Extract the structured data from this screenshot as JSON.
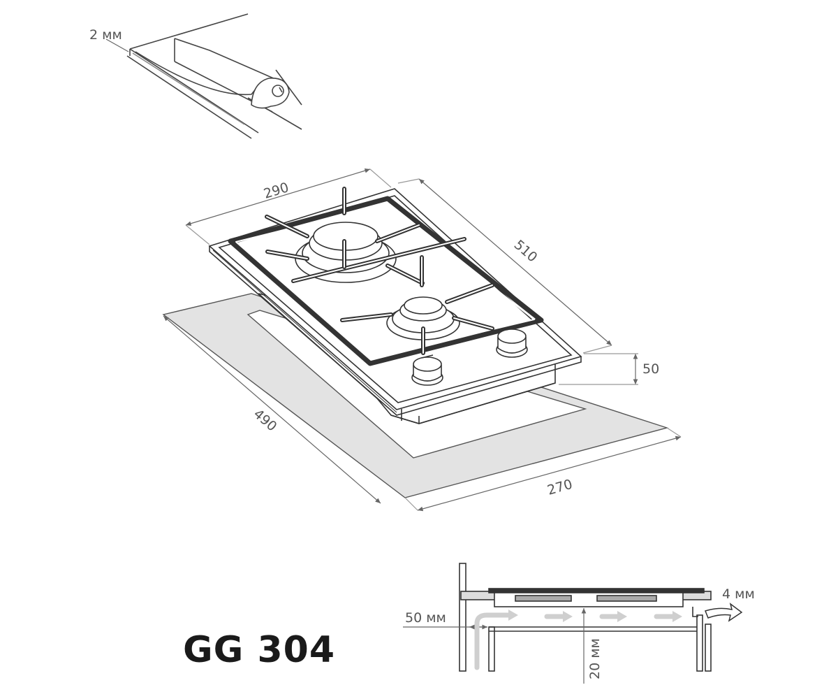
{
  "model": "GG 304",
  "detail": {
    "gap_label": "2 мм"
  },
  "dimensions": {
    "width_label": "290",
    "depth_label": "510",
    "height_label": "50",
    "cutout_depth_label": "490",
    "cutout_width_label": "270"
  },
  "section": {
    "side_clearance_label": "50 мм",
    "bottom_clearance_label": "20 мм",
    "rear_gap_label": "4 мм"
  }
}
